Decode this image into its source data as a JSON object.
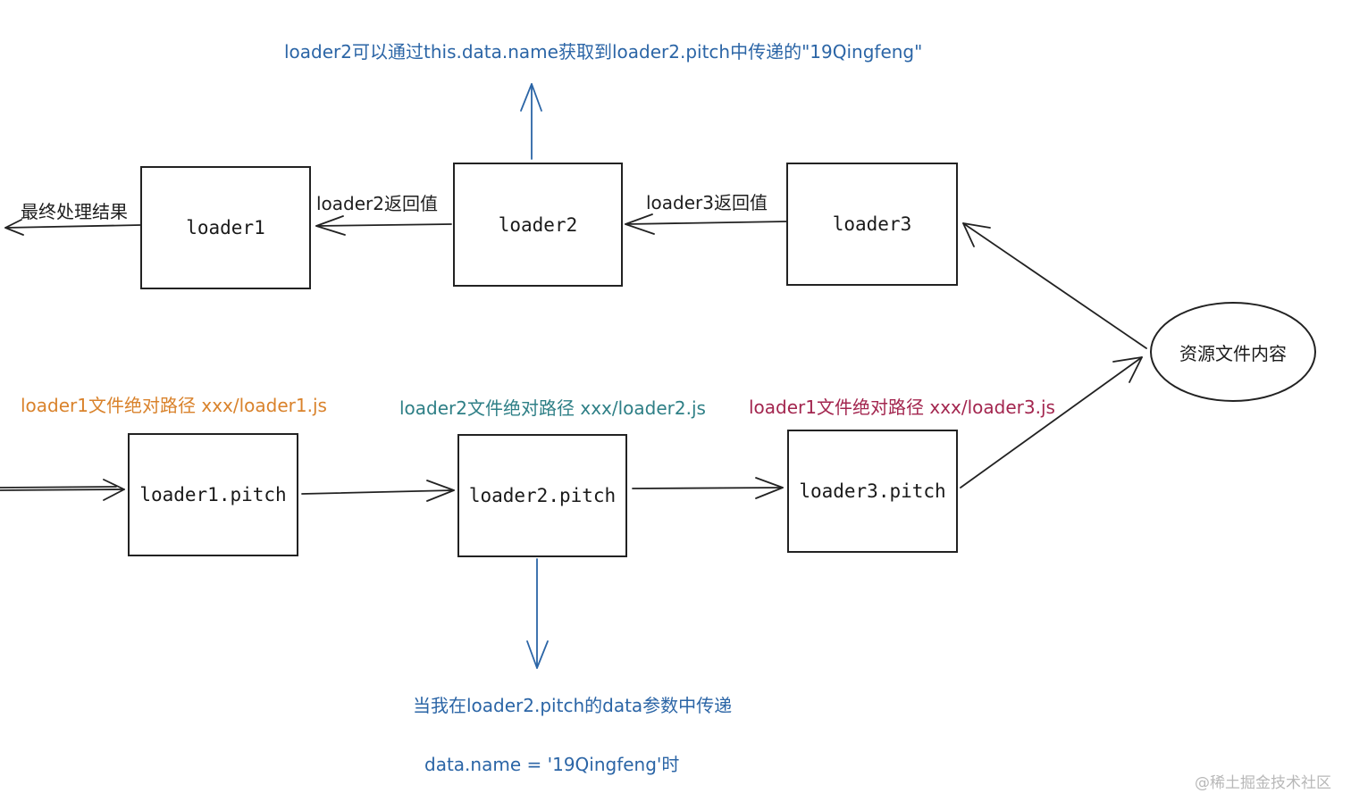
{
  "top_note": "loader2可以通过this.data.name获取到loader2.pitch中传递的\"19Qingfeng\"",
  "final_result": "最终处理结果",
  "return_loader2": "loader2返回值",
  "return_loader3": "loader3返回值",
  "loaders": [
    "loader1",
    "loader2",
    "loader3"
  ],
  "pitches": [
    "loader1.pitch",
    "loader2.pitch",
    "loader3.pitch"
  ],
  "resource": "资源文件内容",
  "path_labels": {
    "p1": "loader1文件绝对路径  xxx/loader1.js",
    "p2": "loader2文件绝对路径  xxx/loader2.js",
    "p3": "loader1文件绝对路径  xxx/loader3.js"
  },
  "bottom_note_1": "当我在loader2.pitch的data参数中传递",
  "bottom_note_2": "data.name = '19Qingfeng'时",
  "watermark": "@稀土掘金技术社区",
  "colors": {
    "blue": "#2b65a6",
    "orange": "#d9822b",
    "teal": "#2e7f86",
    "magenta": "#a3264f"
  }
}
